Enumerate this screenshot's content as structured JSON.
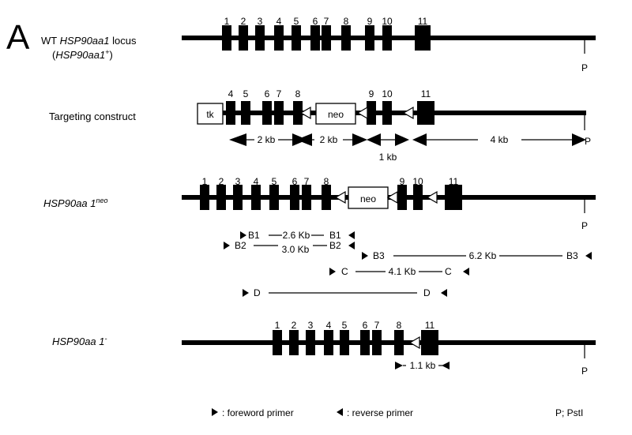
{
  "panel_letter": "A",
  "rows": {
    "wt": {
      "title_prefix": "WT",
      "title_gene": "HSP90aa1",
      "title_suffix": "locus",
      "subtitle_gene": "HSP90aa1",
      "subtitle_sup": "+",
      "exons": [
        "1",
        "2",
        "3",
        "4",
        "5",
        "6",
        "7",
        "8",
        "9",
        "10",
        "11"
      ],
      "site_label": "P"
    },
    "targeting": {
      "title": "Targeting construct",
      "exons": [
        "4",
        "5",
        "6",
        "7",
        "8",
        "9",
        "10",
        "11"
      ],
      "tk_label": "tk",
      "neo_label": "neo",
      "site_label": "P",
      "fragments": [
        "2 kb",
        "2 kb",
        "1 kb",
        "4 kb"
      ]
    },
    "neo_allele": {
      "title_gene": "HSP90aa 1",
      "title_sup": "neo",
      "exons": [
        "1",
        "2",
        "3",
        "4",
        "5",
        "6",
        "7",
        "8",
        "9",
        "10",
        "11"
      ],
      "neo_label": "neo",
      "site_label": "P",
      "primers": {
        "b1_fwd": "B1",
        "b1_size": "2.6 Kb",
        "b1_rev": "B1",
        "b2_fwd": "B2",
        "b2_size": "3.0 Kb",
        "b2_rev": "B2",
        "b3_fwd": "B3",
        "b3_size": "6.2 Kb",
        "b3_rev": "B3",
        "c_fwd": "C",
        "c_size": "4.1 Kb",
        "c_rev": "C",
        "d_fwd": "D",
        "d_rev": "D"
      }
    },
    "null_allele": {
      "title_gene": "HSP90aa 1",
      "title_sup": "-",
      "exons": [
        "1",
        "2",
        "3",
        "4",
        "5",
        "6",
        "7",
        "8",
        "11"
      ],
      "product_size": "1.1 kb",
      "site_label": "P"
    }
  },
  "legend": {
    "forward": ": foreword primer",
    "reverse": ": reverse primer",
    "site_key": "P; PstI"
  }
}
